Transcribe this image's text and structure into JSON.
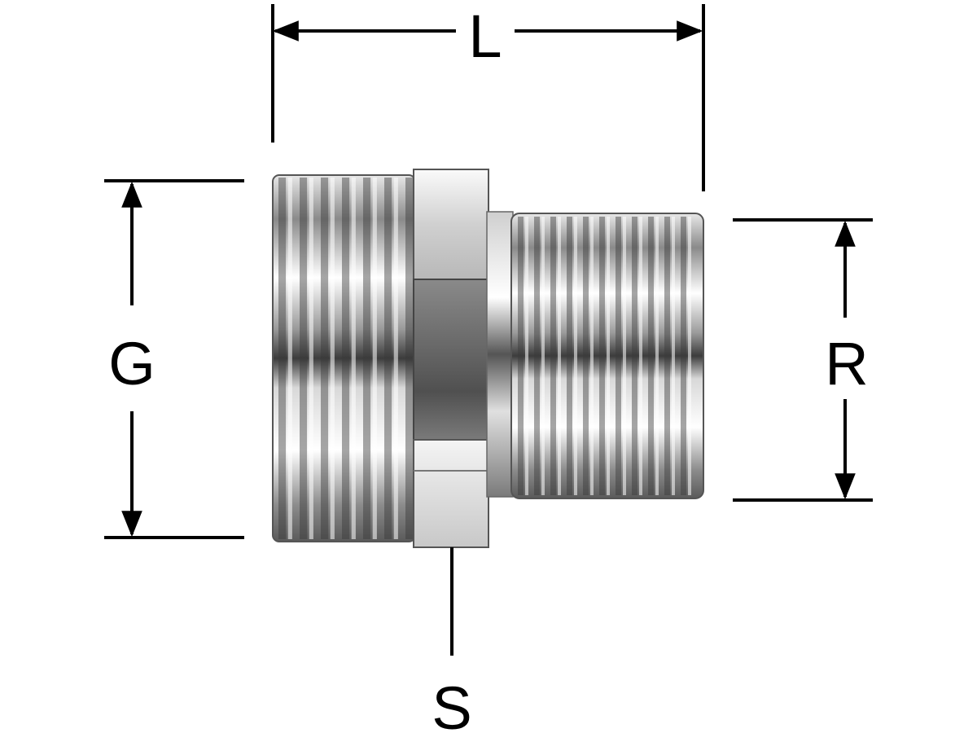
{
  "diagram": {
    "labels": {
      "length": "L",
      "thread_large": "G",
      "thread_small": "R",
      "wrench_size": "S"
    },
    "colors": {
      "line": "#000000",
      "metal_light": "#f2f2f2",
      "metal_mid": "#a8a8a8",
      "metal_dark": "#4a4a4a"
    }
  }
}
